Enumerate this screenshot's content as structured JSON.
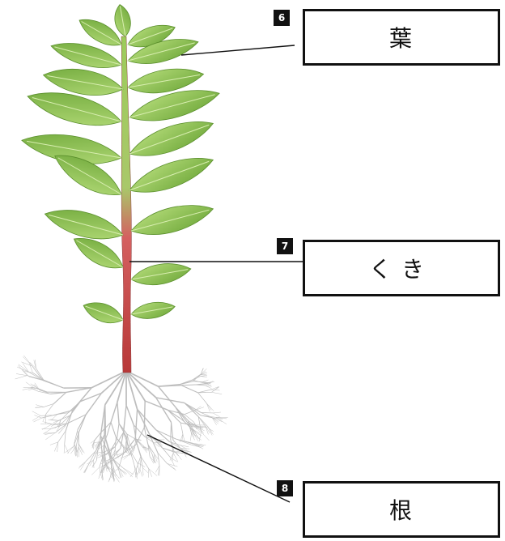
{
  "labels": [
    {
      "number": "6",
      "text": "葉"
    },
    {
      "number": "7",
      "text": "くき"
    },
    {
      "number": "8",
      "text": "根"
    }
  ],
  "colors": {
    "leaf": "#8cc14a",
    "leaf_dark": "#5a8f2c",
    "stem": "#c84a4a",
    "root": "#b8b8b8",
    "line": "#111111"
  },
  "icons": [
    "plant-illustration"
  ]
}
